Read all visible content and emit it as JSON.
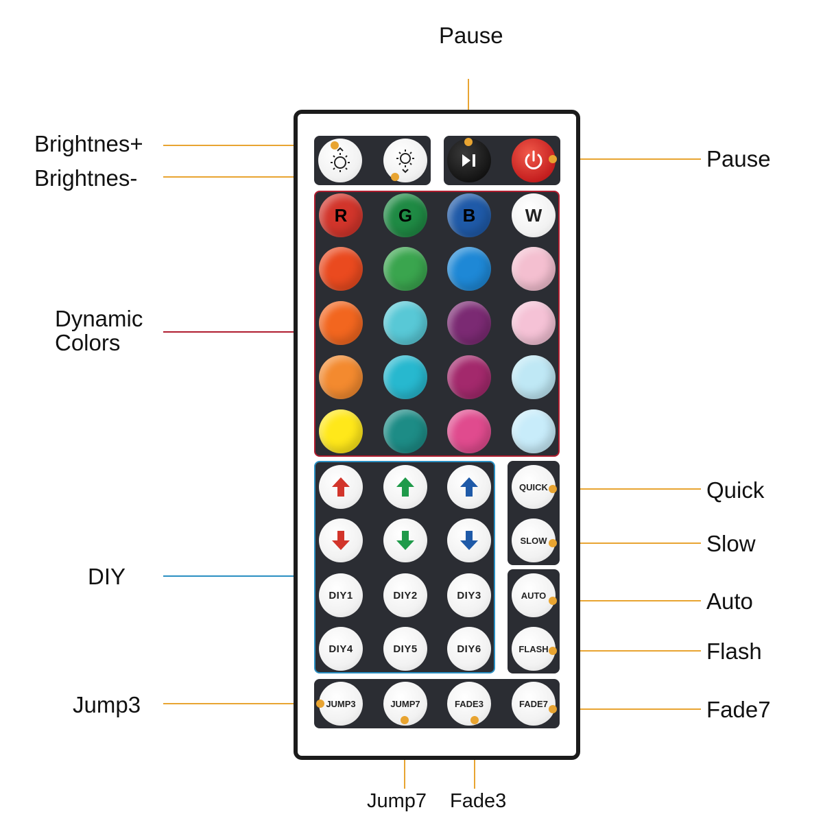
{
  "labels": {
    "pause_top": "Pause",
    "brightness_plus": "Brightnes+",
    "brightness_minus": "Brightnes-",
    "pause_right": "Pause",
    "dynamic": "Dynamic",
    "colors": "Colors",
    "diy": "DIY",
    "jump3": "Jump3",
    "quick": "Quick",
    "slow": "Slow",
    "auto": "Auto",
    "flash": "Flash",
    "fade7": "Fade7",
    "jump7": "Jump7",
    "fade3": "Fade3"
  },
  "buttons": {
    "r": "R",
    "g": "G",
    "b": "B",
    "w": "W",
    "quick": "QUICK",
    "slow": "SLOW",
    "auto": "AUTO",
    "flash": "FLASH",
    "diy1": "DIY1",
    "diy2": "DIY2",
    "diy3": "DIY3",
    "diy4": "DIY4",
    "diy5": "DIY5",
    "diy6": "DIY6",
    "jump3": "JUMP3",
    "jump7": "JUMP7",
    "fade3": "FADE3",
    "fade7": "FADE7"
  },
  "colors": {
    "leader_orange": "#e8a431",
    "leader_red": "#b01c2e",
    "leader_blue": "#2a8fc2",
    "remote_panel": "#2b2d33",
    "row1": [
      "#d2352b",
      "#1f8a44",
      "#1f5aa8",
      "#ffffff"
    ],
    "row2": [
      "#ea4a1f",
      "#3aa54e",
      "#1e88d6",
      "#f4bfd0"
    ],
    "row3": [
      "#f2661f",
      "#58c8d6",
      "#7b2a73",
      "#f5c2d6"
    ],
    "row4": [
      "#f38a2f",
      "#27b8cf",
      "#a3296c",
      "#bfe8f5"
    ],
    "row5": [
      "#ffe81a",
      "#1d8c86",
      "#e04b8e",
      "#c8ecfa"
    ]
  },
  "icons": [
    "brightness-up-icon",
    "brightness-down-icon",
    "play-pause-icon",
    "power-icon",
    "arrow-up-icon",
    "arrow-down-icon"
  ]
}
